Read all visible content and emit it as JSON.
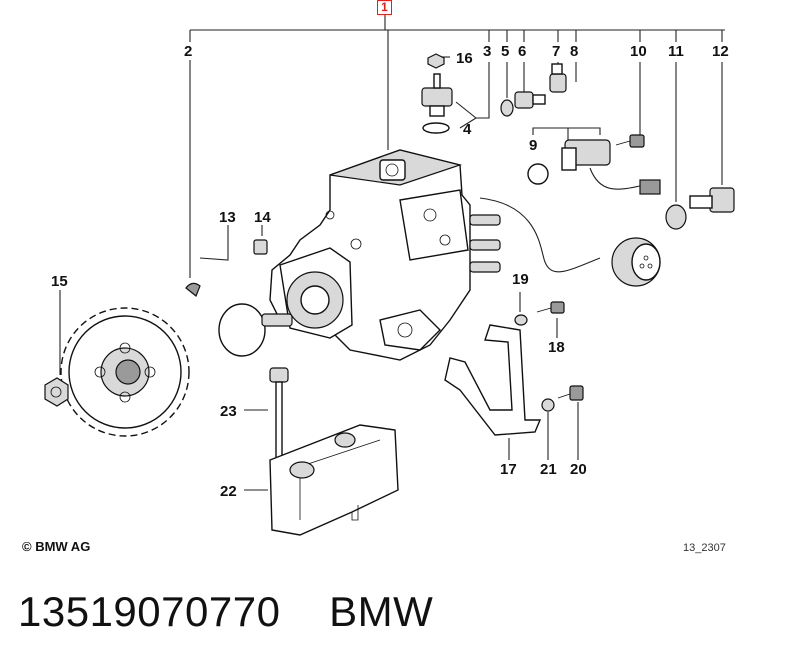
{
  "diagram": {
    "main_callout": "1",
    "callouts": [
      {
        "id": "c2",
        "text": "2"
      },
      {
        "id": "c3",
        "text": "3"
      },
      {
        "id": "c4",
        "text": "4"
      },
      {
        "id": "c5",
        "text": "5"
      },
      {
        "id": "c6",
        "text": "6"
      },
      {
        "id": "c7",
        "text": "7"
      },
      {
        "id": "c8",
        "text": "8"
      },
      {
        "id": "c9",
        "text": "9"
      },
      {
        "id": "c10",
        "text": "10"
      },
      {
        "id": "c11",
        "text": "11"
      },
      {
        "id": "c12",
        "text": "12"
      },
      {
        "id": "c13",
        "text": "13"
      },
      {
        "id": "c14",
        "text": "14"
      },
      {
        "id": "c15",
        "text": "15"
      },
      {
        "id": "c16",
        "text": "16"
      },
      {
        "id": "c17",
        "text": "17"
      },
      {
        "id": "c18",
        "text": "18"
      },
      {
        "id": "c19",
        "text": "19"
      },
      {
        "id": "c20",
        "text": "20"
      },
      {
        "id": "c21",
        "text": "21"
      },
      {
        "id": "c22",
        "text": "22"
      },
      {
        "id": "c23",
        "text": "23"
      }
    ]
  },
  "footer": {
    "copyright": "© BMW AG",
    "drawing_number": "13_2307"
  },
  "caption": {
    "part_number_text": "13519070770    BMW"
  },
  "colors": {
    "callout_box": "#dd2222",
    "line": "#222222"
  }
}
